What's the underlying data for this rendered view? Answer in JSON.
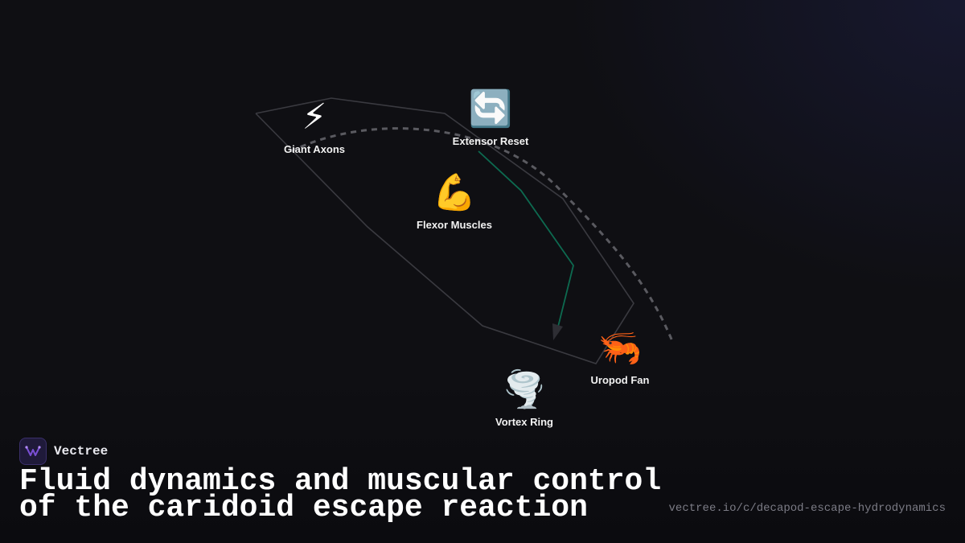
{
  "nodes": [
    {
      "id": "giant-axons",
      "icon": "lightning-icon",
      "emoji": "⚡",
      "label": "Giant Axons"
    },
    {
      "id": "extensor-reset",
      "icon": "cycle-arrows-icon",
      "emoji": "🔄",
      "label": "Extensor Reset"
    },
    {
      "id": "flexor-muscles",
      "icon": "flexed-bicep-icon",
      "emoji": "💪",
      "label": "Flexor Muscles"
    },
    {
      "id": "uropod-fan",
      "icon": "shrimp-icon",
      "emoji": "🦐",
      "label": "Uropod Fan"
    },
    {
      "id": "vortex-ring",
      "icon": "tornado-icon",
      "emoji": "🌪️",
      "label": "Vortex Ring"
    }
  ],
  "brand": {
    "name": "Vectree",
    "logo_icon": "vectree-logo-icon"
  },
  "title": {
    "line1": "Fluid dynamics and muscular control",
    "line2": "of the caridoid escape reaction"
  },
  "url": "vectree.io/c/decapod-escape-hydrodynamics",
  "colors": {
    "background": "#0f0f13",
    "outline": "#3a3a40",
    "dashed_arc": "#5a5a60",
    "flow_arrow": "#0d6a50",
    "logo": "#7a4fd6"
  }
}
